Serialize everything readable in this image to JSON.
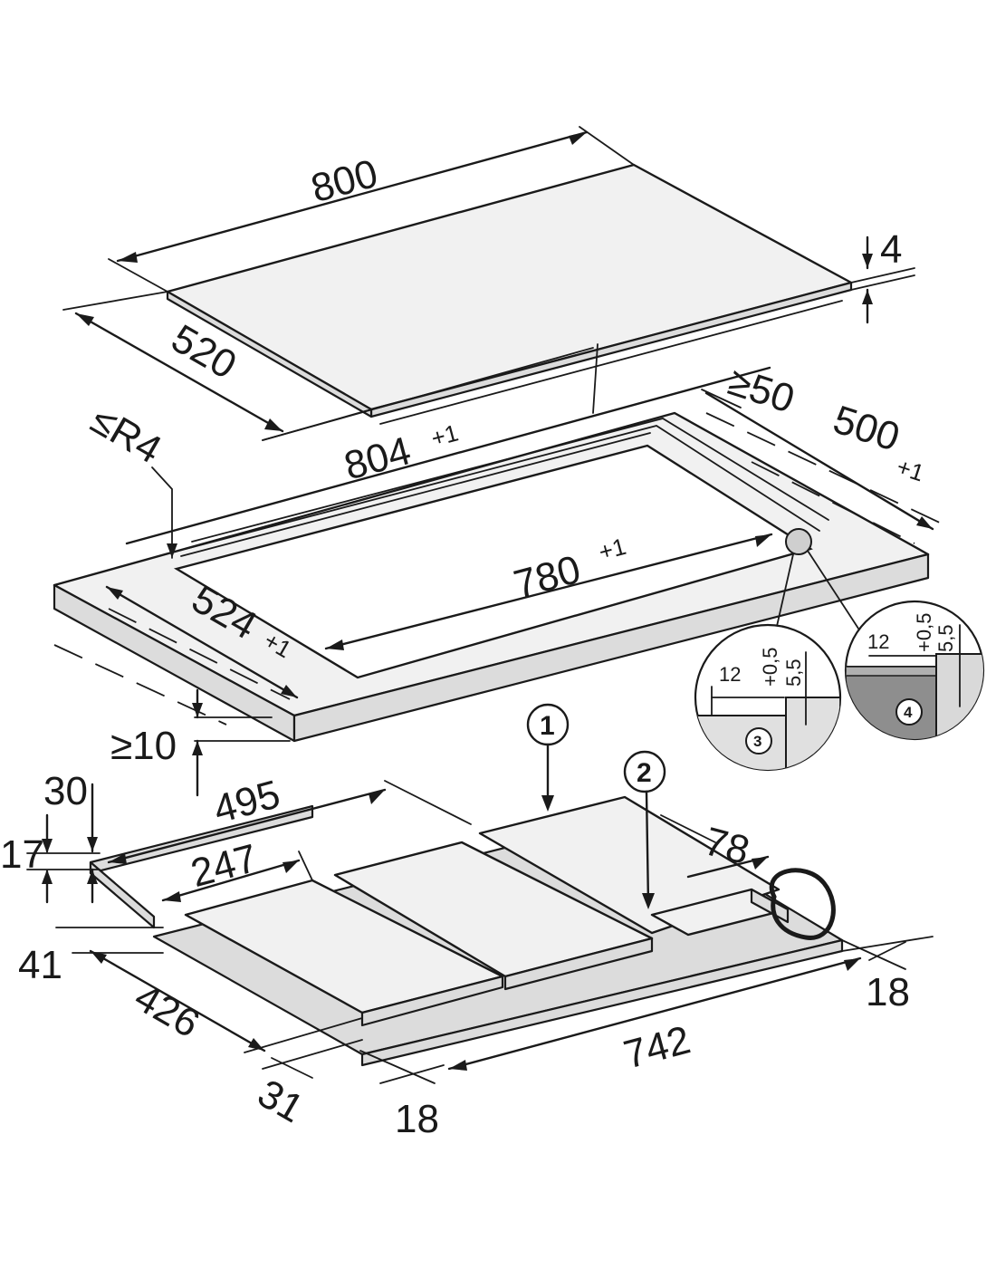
{
  "glass_top": {
    "width": "800",
    "depth": "520",
    "thickness": "4"
  },
  "cutout": {
    "outer_width": "804",
    "outer_width_tol": "+1",
    "outer_depth": "500",
    "outer_depth_tol": "+1",
    "inner_width": "780",
    "inner_width_tol": "+1",
    "inner_depth": "524",
    "inner_depth_tol": "+1",
    "radius": "≤R4",
    "min_edge_back": "≥50",
    "min_edge_front": "≥10"
  },
  "detail_3": {
    "callout": "3",
    "width": "12",
    "depth": "5,5",
    "depth_tol": "+0,5"
  },
  "detail_4": {
    "callout": "4",
    "width": "12",
    "depth": "5,5",
    "depth_tol": "+0,5"
  },
  "base_unit": {
    "callout_1": "1",
    "callout_2": "2",
    "d_495": "495",
    "d_247": "247",
    "d_78": "78",
    "d_30": "30",
    "d_17": "17",
    "d_41": "41",
    "d_426": "426",
    "d_31": "31",
    "d_18_front": "18",
    "d_742": "742",
    "d_18_right": "18"
  }
}
